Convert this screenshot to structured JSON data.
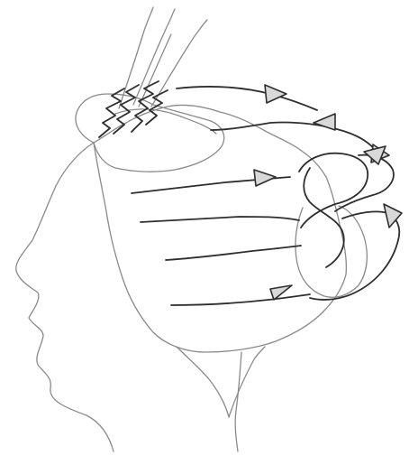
{
  "drawing": {
    "subject": "hair-wrapping-direction-sketch",
    "colors": {
      "paper": "#ffffff",
      "outline": "#8a8a8a",
      "guide": "#2e2e2e",
      "arrow_fill": "#d9d9d9"
    },
    "section_count": 6,
    "arrow_count": 7
  }
}
